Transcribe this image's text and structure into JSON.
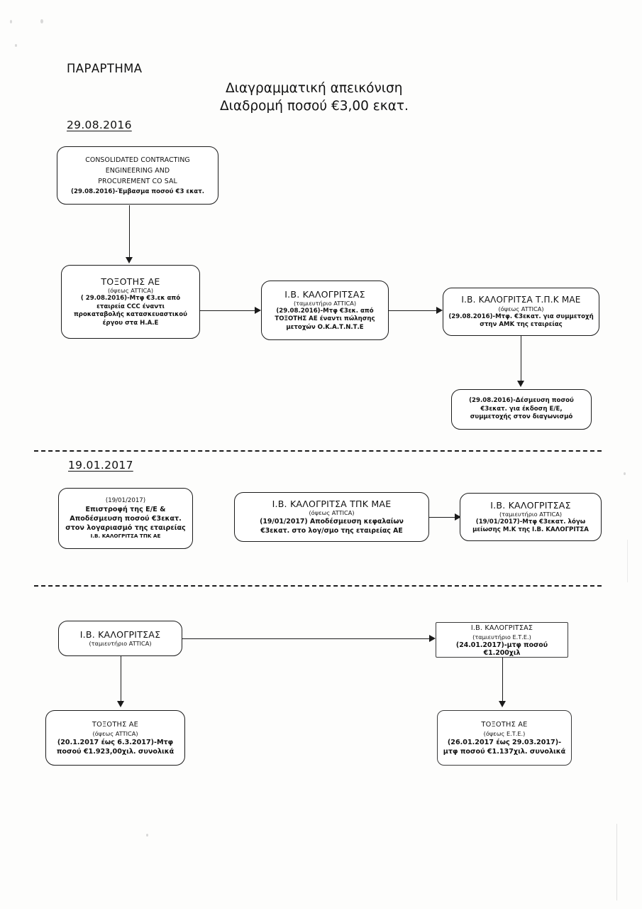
{
  "document": {
    "heading": "ΠΑΡΑΡΤΗΜΑ",
    "title_line1": "Διαγραμματική απεικόνιση",
    "title_line2": "Διαδρομή ποσού €3,00 εκατ."
  },
  "sections": [
    {
      "id": "section-2016",
      "date_label": "29.08.2016"
    },
    {
      "id": "section-2017-01-19",
      "date_label": "19.01.2017"
    },
    {
      "id": "section-transfers",
      "date_label": ""
    }
  ],
  "nodes": {
    "ccc": {
      "title_line1": "CONSOLIDATED CONTRACTING",
      "title_line2": "ENGINEERING AND",
      "title_line3": "PROCUREMENT CO SAL",
      "body": "(29.08.2016)-Έμβασμα ποσού €3 εκατ."
    },
    "toxotis_2016": {
      "title": "ΤΟΞΟΤΗΣ ΑΕ",
      "sub": "(όψεως ATTICA)",
      "body_line1": "( 29.08.2016)-Μτφ €3.εκ από",
      "body_line2": "εταιρεία CCC έναντι",
      "body_line3": "προκαταβολής κατασκευαστικού",
      "body_line4": "έργου στα Η.Α.Ε"
    },
    "kalogritsas_2016": {
      "title": "Ι.Β. ΚΑΛΟΓΡΙΤΣΑΣ",
      "sub": "(ταμιευτήριο ATTICA)",
      "body_line1": "(29.08.2016)-Μτφ €3εκ. από",
      "body_line2": "ΤΟΞΟΤΗΣ ΑΕ έναντι πώλησης",
      "body_line3": "μετοχών Ο.Κ.Α.Τ.Ν.Τ.Ε"
    },
    "kalogritsa_tpk_2016": {
      "title": "Ι.Β. ΚΑΛΟΓΡΙΤΣΑ Τ.Π.Κ  ΜΑΕ",
      "sub": "(όψεως ATTICA)",
      "body_line1": "(29.08.2016)-Μτφ. €3εκατ. για  συμμετοχή",
      "body_line2": "στην ΑΜΚ της εταιρείας"
    },
    "desmeysi_2016": {
      "body_line1": "(29.08.2016)-Δέσμευση ποσού",
      "body_line2": "€3εκατ. για έκδοση Ε/Ε,",
      "body_line3": "συμμετοχής στον διαγωνισμό"
    },
    "epistrofi_2017": {
      "body_line1": "(19/01/2017)",
      "body_line2": "Επιστροφή της Ε/Ε  &",
      "body_line3": "Αποδέσμευση ποσού €3εκατ.",
      "body_line4": "στον λογαριασμό της εταιρείας",
      "caps": "Ι.Β. ΚΑΛΟΓΡΙΤΣΑ ΤΠΚ ΑΕ"
    },
    "kalogritsa_tpk_2017": {
      "title": "Ι.Β. ΚΑΛΟΓΡΙΤΣΑ ΤΠΚ ΜΑΕ",
      "sub": "(όψεως ATTICA)",
      "body_line1": "(19/01/2017) Αποδέσμευση κεφαλαίων",
      "body_line2": "€3εκατ. στο λογ/σμο της εταιρείας ΑΕ"
    },
    "kalogritsas_2017": {
      "title": "Ι.Β. ΚΑΛΟΓΡΙΤΣΑΣ",
      "sub": "(ταμιευτήριο ATTICA)",
      "body_line1": "(19/01/2017)-Μτφ €3εκατ. λόγω",
      "body_line2": "μείωσης Μ.Κ της  Ι.Β. ΚΑΛΟΓΡΙΤΣΑ"
    },
    "kalogritsas_attica": {
      "title": "Ι.Β. ΚΑΛΟΓΡΙΤΣΑΣ",
      "sub": "(ταμιευτήριο ATTICA)"
    },
    "kalogritsas_ete": {
      "title": "Ι.Β. ΚΑΛΟΓΡΙΤΣΑΣ",
      "sub": "(ταμιευτήριο Ε.Τ.Ε.)",
      "body_line1": "(24.01.2017)-μτφ ποσού €1.200χιλ"
    },
    "toxotis_attica": {
      "title": "ΤΟΞΟΤΗΣ ΑΕ",
      "sub": "(όψεως ATTICA)",
      "body_line1": "(20.1.2017 έως 6.3.2017)-Μτφ",
      "body_line2": "ποσού €1.923,00χιλ. συνολικά"
    },
    "toxotis_ete": {
      "title": "ΤΟΞΟΤΗΣ ΑΕ",
      "sub": "(όψεως Ε.Τ.Ε.)",
      "body_line1": "(26.01.2017 έως 29.03.2017)-",
      "body_line2": "μτφ ποσού €1.137χιλ. συνολικά"
    }
  }
}
